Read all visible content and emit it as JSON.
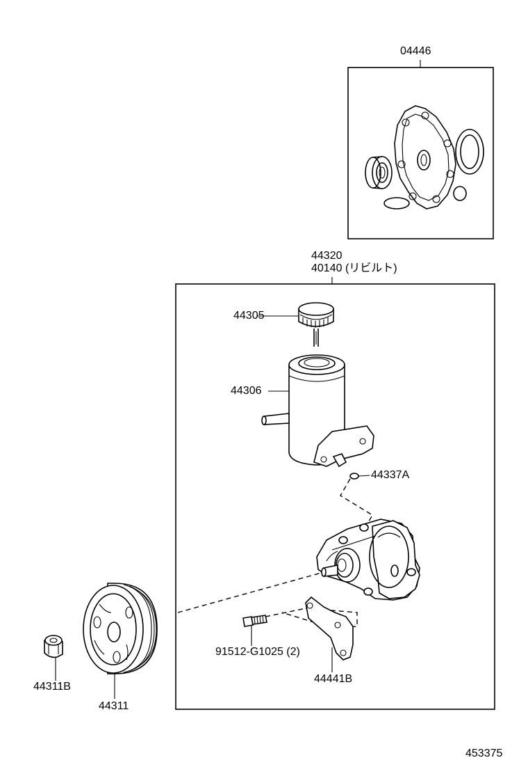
{
  "labels": {
    "kit": "04446",
    "assy": "44320",
    "rebuilt": "40140 (リビルト)",
    "cap": "44305",
    "reservoir": "44306",
    "oring": "44337A",
    "bolt": "91512-G1025 (2)",
    "bracket": "44441B",
    "nut": "44311B",
    "pulley": "44311",
    "diagram_id": "453375"
  }
}
